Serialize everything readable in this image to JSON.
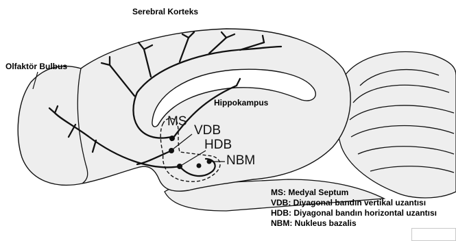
{
  "labels": {
    "cortex": "Serebral Korteks",
    "olfactory_bulb": "Olfaktör Bulbus",
    "hippocampus": "Hippokampus",
    "ms": "MS",
    "vdb": "VDB",
    "hdb": "HDB",
    "nbm": "NBM"
  },
  "legend": [
    "MS: Medyal Septum",
    "VDB: Diyagonal bandın vertikal uzantısı",
    "HDB: Diyagonal bandın horizontal uzantısı",
    "NBM: Nukleus bazalis"
  ],
  "colors": {
    "brain_fill": "#eeeeee",
    "outline": "#111111",
    "background": "#ffffff"
  }
}
